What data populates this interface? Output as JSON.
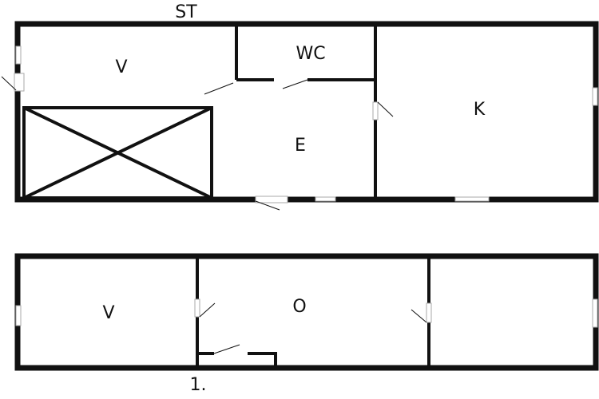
{
  "floors": [
    {
      "label": "ST",
      "rooms": [
        "V",
        "WC",
        "E",
        "K"
      ]
    },
    {
      "label": "1.",
      "rooms": [
        "V",
        "O"
      ]
    }
  ]
}
